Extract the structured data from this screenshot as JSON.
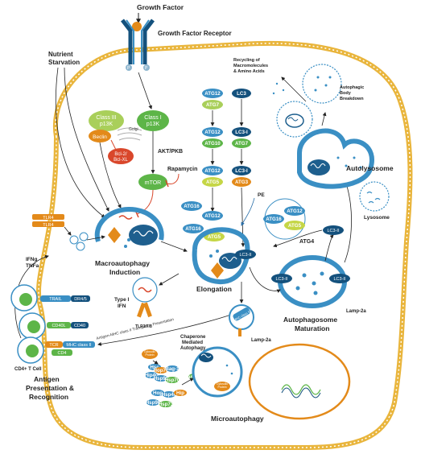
{
  "labels": {
    "growth_factor": "Growth Factor",
    "growth_factor_receptor": "Growth Factor Receptor",
    "nutrient_starvation_1": "Nutrient",
    "nutrient_starvation_2": "Starvation",
    "class3_1": "Class III",
    "class3_2": "p13K",
    "class1_1": "Class I",
    "class1_2": "p13K",
    "beclin": "Beclin",
    "golgi": "Golgi",
    "bcl_1": "Bcl-2/",
    "bcl_2": "Bcl-XL",
    "akt": "AKT/PKB",
    "mtor": "mTOR",
    "rapamycin": "Rapamycin",
    "recycling_1": "Recycling of",
    "recycling_2": "Macromolecules",
    "recycling_3": "& Amino Acids",
    "autophagic_1": "Autophagic",
    "autophagic_2": "Body",
    "autophagic_3": "Breakdown",
    "autolysosome": "Autolysosome",
    "lysosome": "Lysosome",
    "atg4": "ATG4",
    "pe": "PE",
    "tlr4": "TLR4",
    "ifng": "IFNg",
    "tnfa": "TNFa",
    "macro_1": "Macroautophagy",
    "macro_2": "Induction",
    "elongation": "Elongation",
    "type1_1": "Type I",
    "type1_2": "IFN",
    "tlr378": "TLR3/7/8",
    "trail": "TRAIL",
    "dr45": "DR4/5",
    "cd40l": "CD40L",
    "cd40": "CD40",
    "tcr": "TCR",
    "mhc2": "MHC class II",
    "cd4": "CD4",
    "cd4_tcell": "CD4+ T Cell",
    "antigen_1": "Antigen",
    "antigen_2": "Presentation &",
    "antigen_3": "Recognition",
    "mhc_transport": "Antigen-MHC class II Transport + Presentation",
    "lamp2a": "Lamp-2a",
    "lamp2a_b": "Lamp-2a",
    "apm_1": "Autophagosome",
    "apm_2": "Maturation",
    "cma_1": "Chaperone",
    "cma_2": "Mediated",
    "cma_3": "Autophagy",
    "cytosolic_1": "Cytosolic",
    "cytosolic_2": "Protein",
    "cytosolic_3": "Cytosolic",
    "cytosolic_4": "Protein",
    "microautophagy": "Microautophagy",
    "mhc_small": "MHC class II",
    "lc3ii_1": "LC3-II",
    "lc3ii_2": "LC3-II",
    "lc3ii_3": "LC3-II",
    "lc3ii_4": "LC3-II",
    "receptor_p1": "P",
    "receptor_p2": "P"
  },
  "atg12_column": [
    "ATG12",
    "ATG7",
    "ATG12",
    "ATG10",
    "ATG12",
    "ATG5"
  ],
  "lc3_column": [
    "LC3",
    "LC3-I",
    "ATG7",
    "LC3-I",
    "ATG3"
  ],
  "atg16_complex": [
    "ATG16",
    "ATG12",
    "ATG16",
    "ATG5"
  ],
  "atg16_complex_right": [
    "ATG16",
    "ATG12",
    "ATG5"
  ],
  "chaperones": [
    "Hsc",
    "Hop70",
    "Bag-1",
    "Hip40",
    "Hsp90",
    "Hsp70",
    "Hop",
    "Hsp40",
    "Hip",
    "Hsp90",
    "Hsp73",
    "Lamp-2a"
  ],
  "colors": {
    "membrane": "#e9b53c",
    "blue": "#3a8fc4",
    "dark_blue": "#14517d",
    "green": "#5db548",
    "light_green": "#a9cf5a",
    "yellow_green": "#c5d646",
    "orange": "#e38a1a",
    "red": "#d9472b"
  }
}
